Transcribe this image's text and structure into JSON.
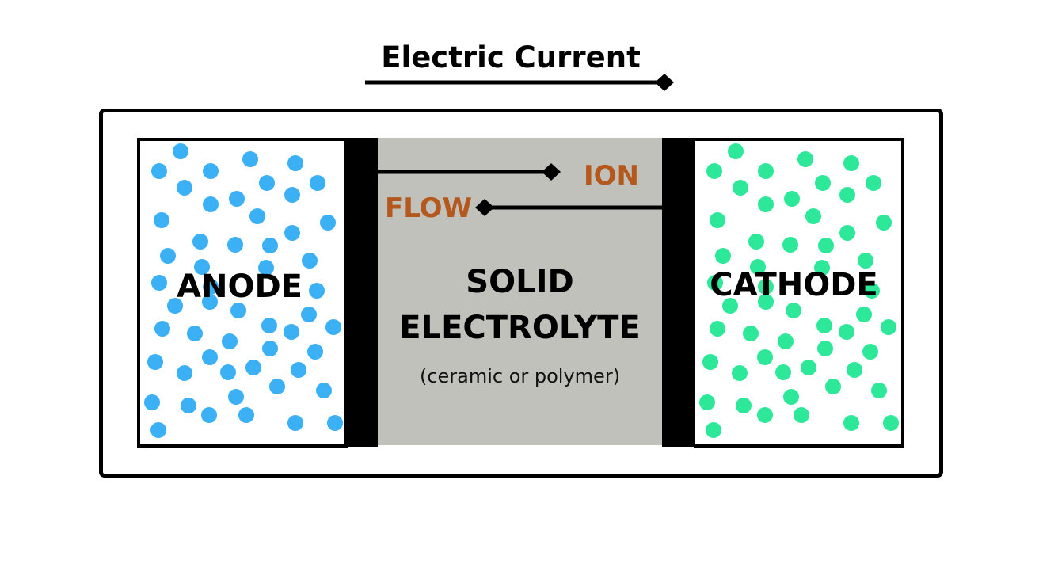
{
  "header": {
    "title": "Electric Current"
  },
  "anode": {
    "label": "ANODE",
    "particle_color": "#3bb0f5"
  },
  "cathode": {
    "label": "CATHODE",
    "particle_color": "#2ee89a"
  },
  "electrolyte": {
    "label_line1": "SOLID",
    "label_line2": "ELECTROLYTE",
    "note": "(ceramic or polymer)",
    "color": "#c1c1bb"
  },
  "ion_flow": {
    "word1": "ION",
    "word2": "FLOW",
    "color": "#b5581d"
  }
}
